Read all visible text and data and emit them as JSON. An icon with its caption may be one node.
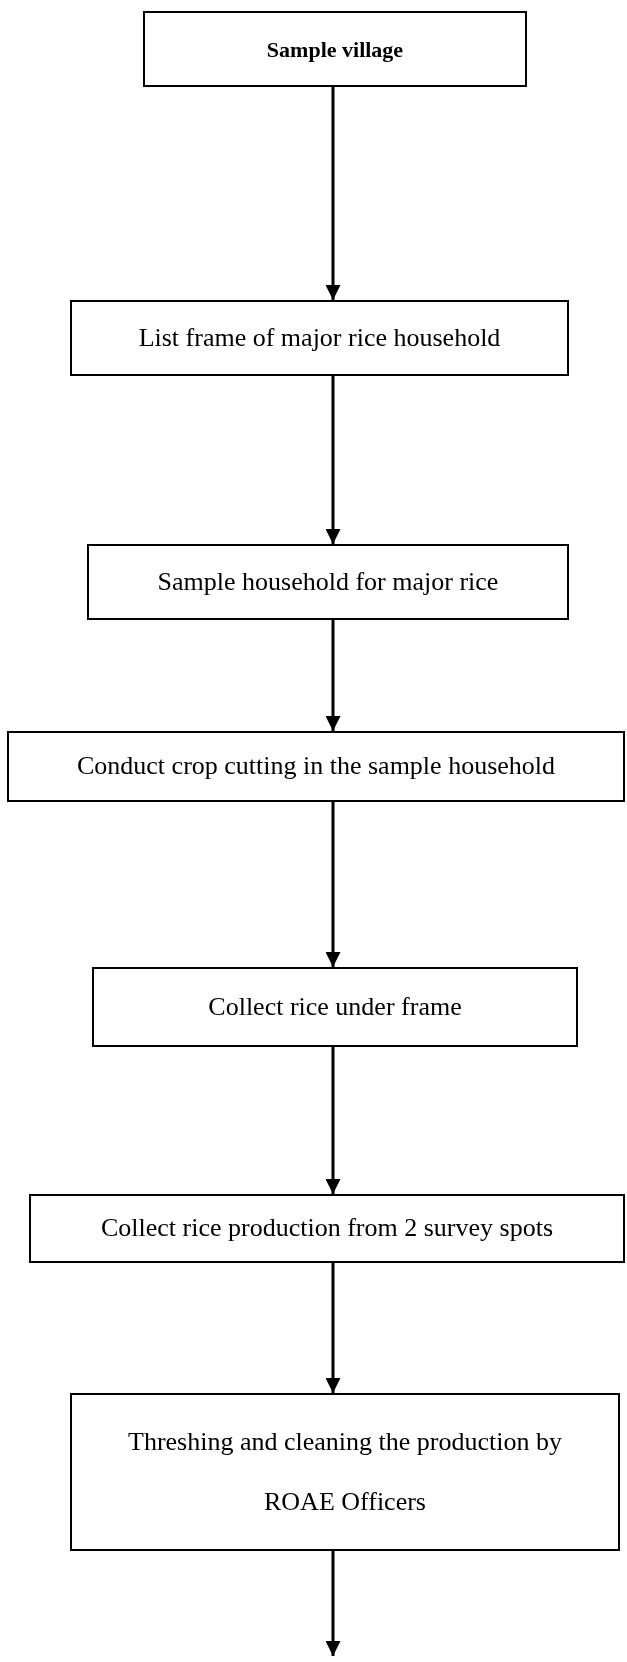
{
  "diagram": {
    "nodes": [
      {
        "text": [
          "Sample village"
        ]
      },
      {
        "text": [
          "List frame of major rice household"
        ]
      },
      {
        "text": [
          "Sample household for major rice"
        ]
      },
      {
        "text": [
          "Conduct crop cutting in the sample household"
        ]
      },
      {
        "text": [
          "Collect rice under frame"
        ]
      },
      {
        "text": [
          "Collect rice production from 2 survey spots"
        ]
      },
      {
        "text": [
          "Threshing and cleaning the production by ROAE Officers"
        ]
      }
    ],
    "edges": [
      {
        "from": 0,
        "to": 1,
        "arrow": "to"
      },
      {
        "from": 1,
        "to": 2,
        "arrow": "to"
      },
      {
        "from": 2,
        "to": 3,
        "arrow": "to"
      },
      {
        "from": 3,
        "to": 4,
        "arrow": "to"
      },
      {
        "from": 4,
        "to": 5,
        "arrow": "to"
      },
      {
        "from": 5,
        "to": 6,
        "arrow": "to"
      },
      {
        "from": 6,
        "to": null,
        "arrow": "to"
      }
    ]
  }
}
